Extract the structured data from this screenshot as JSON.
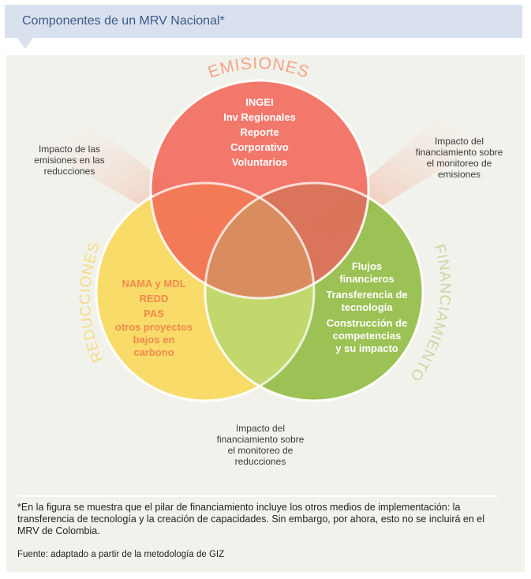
{
  "header": {
    "title": "Componentes de un MRV Nacional*"
  },
  "diagram": {
    "emisiones": {
      "title": "EMISIONES",
      "items": [
        "INGEI",
        "Inv Regionales",
        "Reporte",
        "Corporativo",
        "Voluntarios"
      ],
      "color": "#f26b5e"
    },
    "reducciones": {
      "title": "REDUCCIONES",
      "items": [
        "NAMA y MDL",
        "REDD",
        "PAS",
        "otros proyectos",
        "bajos en",
        "carbono"
      ],
      "color": "#f7d558",
      "text_color": "#ef8a4e"
    },
    "financiamiento": {
      "title": "FINANCIAMIENTO",
      "items": [
        "Flujos",
        "financieros",
        "Transferencia de",
        "tecnología",
        "Construcción de",
        "competencias",
        "y su impacto"
      ],
      "color": "#93bb46"
    },
    "annotations": {
      "left": "Impacto de las emisiones en las reducciones",
      "right": "Impacto del financiamiento sobre el monitoreo de emisiones",
      "bottom": "Impacto del financiamiento sobre el monitoreo de reducciones"
    }
  },
  "footer": {
    "note": "*En la figura se muestra que el pilar de financiamiento incluye los otros medios de implementación: la transferencia de tecnología y la creación de capacidades. Sin embargo, por ahora, esto no se incluirá en el MRV de Colombia.",
    "source": "Fuente: adaptado a partir de la metodología de GIZ"
  }
}
